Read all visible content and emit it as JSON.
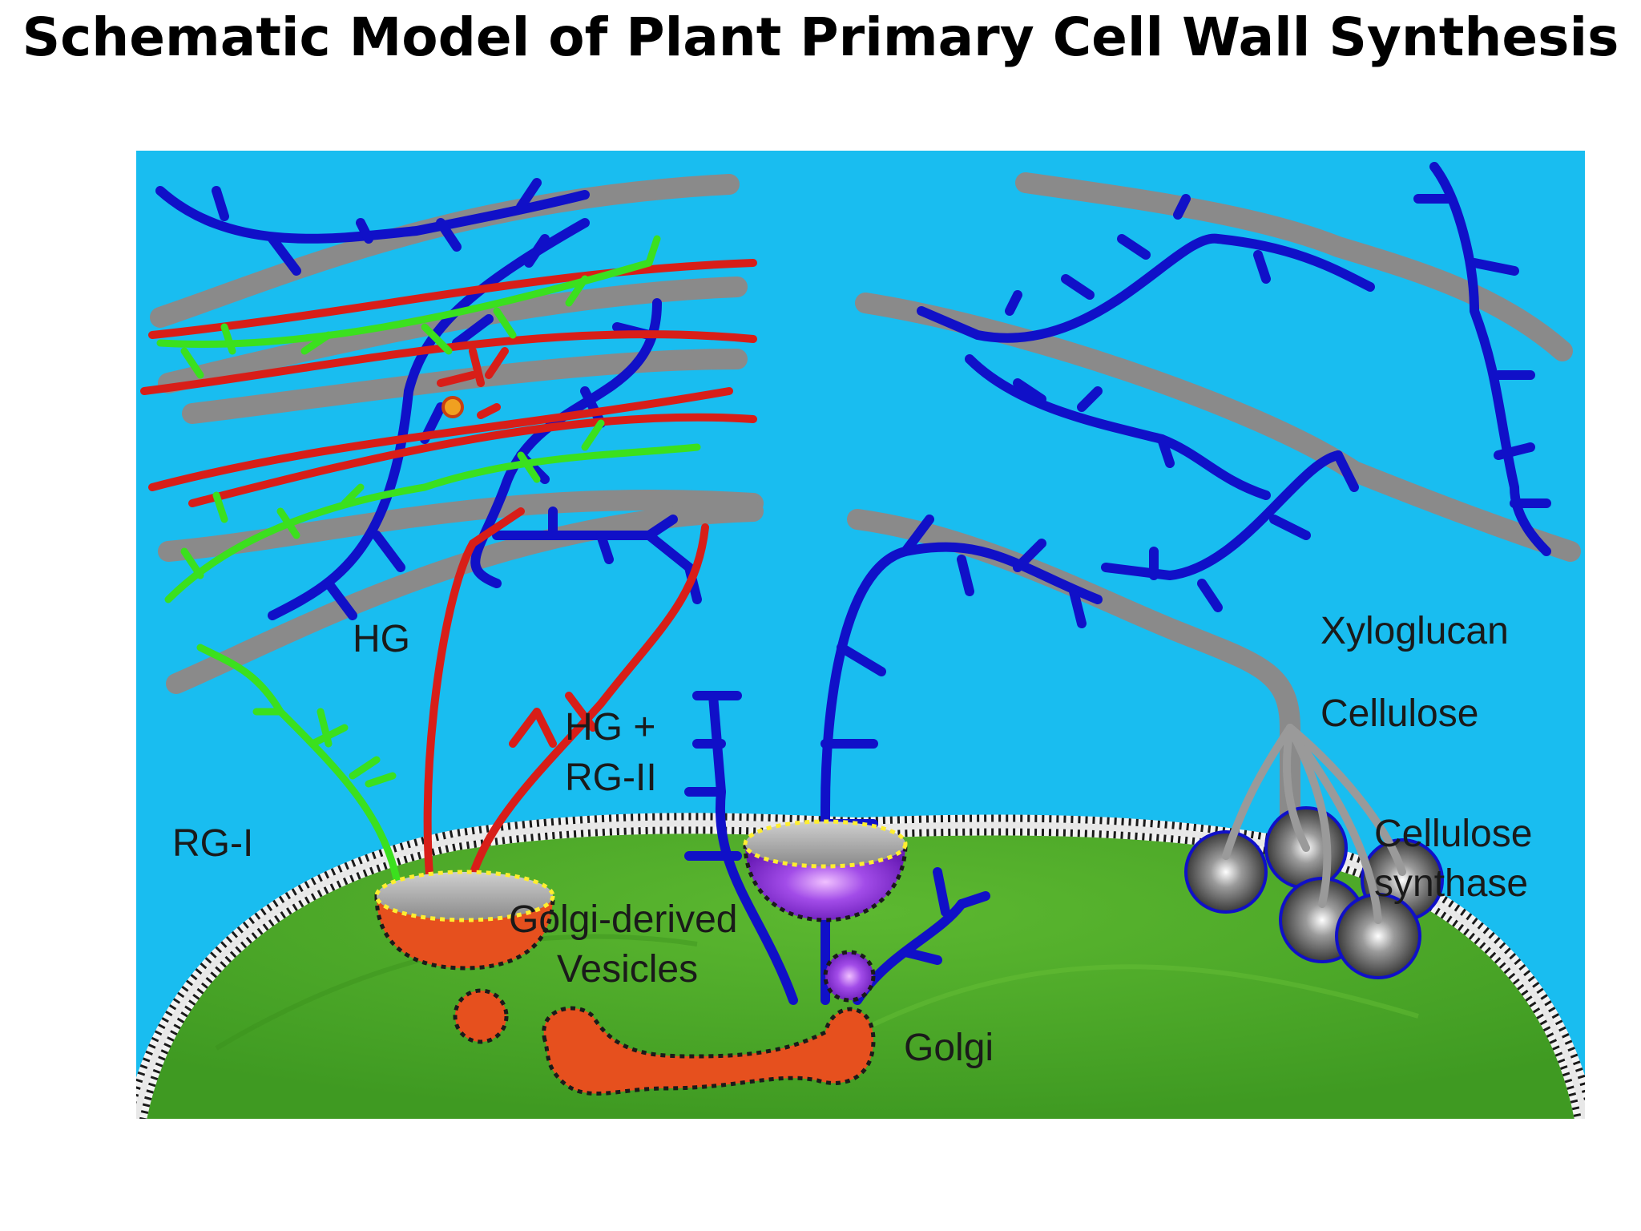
{
  "title": "Schematic Model of Plant Primary Cell Wall Synthesis",
  "labels": {
    "hg": "HG",
    "hg_rg2_line1": "HG +",
    "hg_rg2_line2": "RG-II",
    "rg1": "RG-I",
    "golgi_vesicles_line1": "Golgi-derived",
    "golgi_vesicles_line2": "Vesicles",
    "golgi": "Golgi",
    "xyloglucan": "Xyloglucan",
    "cellulose": "Cellulose",
    "cellulose_synthase_line1": "Cellulose",
    "cellulose_synthase_line2": "synthase"
  },
  "colors": {
    "background": "#19bdf0",
    "cytoplasm": "#53ad2c",
    "cellulose": "#8a8a8a",
    "xyloglucan": "#1010c8",
    "hg": "#d81e18",
    "rg1": "#3be01e",
    "golgi": "#e6501e",
    "xyloglucan_vesicle": "#9a3ce6",
    "synthase": "#4a4a4a"
  }
}
